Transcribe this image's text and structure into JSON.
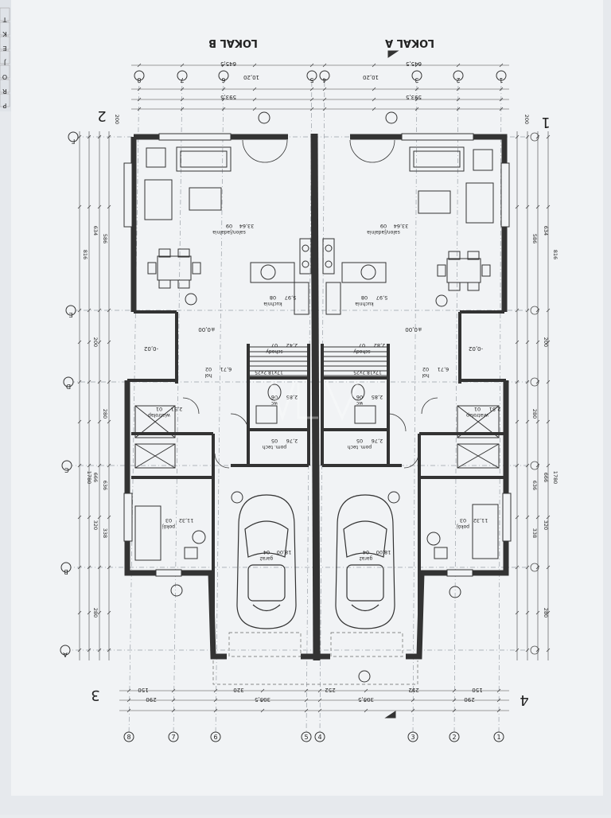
{
  "units": {
    "lokal_b": "LOKAL B",
    "lokal_a": "LOKAL A"
  },
  "corner_numbers": {
    "top_left": "2",
    "top_right": "1",
    "bottom_left": "3",
    "bottom_right": "4"
  },
  "grid_axes": {
    "top": [
      "8",
      "7",
      "6",
      "5",
      "4",
      "3",
      "2",
      "1"
    ],
    "bottom": [
      "8",
      "7",
      "6",
      "5",
      "4",
      "3",
      "2",
      "1"
    ],
    "left": [
      "F",
      "E",
      "D",
      "C",
      "B",
      "A"
    ]
  },
  "dimensions": {
    "top_total_left": "645,5",
    "top_total_right": "645,5",
    "top_sub_left": "593,5",
    "top_sub_right": "593,5",
    "top_small": [
      "10,20",
      "10,20"
    ],
    "bottom_row1": [
      "290",
      "303,5",
      "303,5",
      "290"
    ],
    "bottom_row2": [
      "150",
      "320",
      "252",
      "252",
      "150"
    ],
    "left_side": [
      "200",
      "634",
      "586",
      "816",
      "200",
      "1780",
      "280",
      "666",
      "636",
      "320",
      "338",
      "280"
    ],
    "right_side": [
      "200",
      "634",
      "586",
      "816",
      "200",
      "1780",
      "280",
      "666",
      "636",
      "320",
      "338",
      "280"
    ]
  },
  "rooms": {
    "b_salon": {
      "num": "09",
      "name": "salon/jadalnia",
      "area": "33,64"
    },
    "a_salon": {
      "num": "09",
      "name": "salon/jadalnia",
      "area": "33,64"
    },
    "b_kuchnia": {
      "num": "08",
      "name": "kuchnia",
      "area": "5,97"
    },
    "a_kuchnia": {
      "num": "08",
      "name": "kuchnia",
      "area": "5,97"
    },
    "b_hol": {
      "num": "02",
      "name": "hol",
      "area": "6,71"
    },
    "a_hol": {
      "num": "02",
      "name": "hol",
      "area": "6,71"
    },
    "b_wiatrolap": {
      "num": "01",
      "name": "wiatrołap",
      "area": "2,51"
    },
    "a_wiatrolap": {
      "num": "01",
      "name": "wiatrołap",
      "area": "2,51"
    },
    "b_lazienka": {
      "num": "06",
      "name": "wc",
      "area": "2,85"
    },
    "a_lazienka": {
      "num": "06",
      "name": "wc",
      "area": "2,85"
    },
    "b_pom_tech": {
      "num": "05",
      "name": "pom. tech",
      "area": "2,76"
    },
    "a_pom_tech": {
      "num": "05",
      "name": "pom. tech",
      "area": "2,76"
    },
    "b_pokoj": {
      "num": "03",
      "name": "pokój",
      "area": "11,32"
    },
    "a_pokoj": {
      "num": "03",
      "name": "pokój",
      "area": "11,32"
    },
    "b_garaz": {
      "num": "04",
      "name": "garaż",
      "area": "18,00"
    },
    "a_garaz": {
      "num": "04",
      "name": "garaż",
      "area": "18,00"
    },
    "b_schody": {
      "num": "07",
      "name": "schody",
      "area": "2,42"
    },
    "a_schody": {
      "num": "07",
      "name": "schody",
      "area": "2,82"
    }
  },
  "levels": {
    "zero": "±0,00",
    "minus": "-0,02"
  },
  "stairs": {
    "b": "17x18,2x25",
    "a": "17x18,2x25"
  },
  "side_tab": [
    "P",
    "R",
    "O",
    "J",
    "E",
    "K",
    "T"
  ],
  "colors": {
    "paper": "#eef0f3",
    "line": "#2a2a2a",
    "wall": "#3a3a3a",
    "grid": "#7a7f86"
  }
}
